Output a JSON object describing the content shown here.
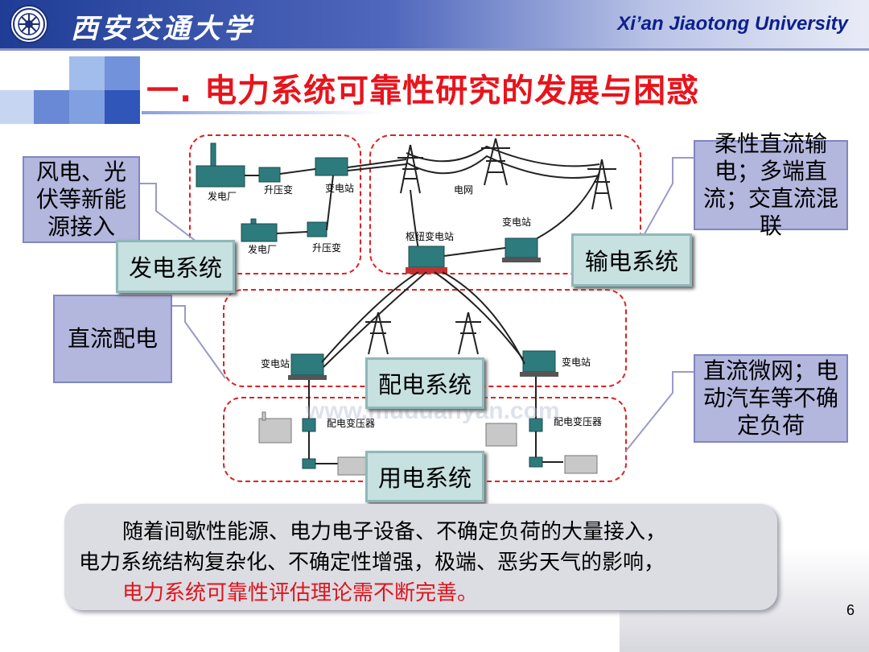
{
  "header": {
    "university_cn": "西安交通大学",
    "university_en": "Xi’an Jiaotong University"
  },
  "slide": {
    "title": "一. 电力系统可靠性研究的发展与困惑",
    "page_number": "6"
  },
  "side_notes": {
    "wind_solar": "风电、光伏等新能源接入",
    "dc_distribution": "直流配电",
    "flexible_dc": "柔性直流输电；多端直流；交直流混联",
    "microgrid": "直流微网；电动汽车等不确定负荷"
  },
  "systems": {
    "generation": "发电系统",
    "transmission": "输电系统",
    "distribution": "配电系统",
    "consumption": "用电系统"
  },
  "diagram_labels": {
    "power_plant_1": "发电厂",
    "step_up_1": "升压变",
    "substation_1": "变电站",
    "power_plant_2": "发电厂",
    "step_up_2": "升压变",
    "grid": "电网",
    "substation_2": "变电站",
    "hub_substation": "枢纽变电站",
    "substation_left": "变电站",
    "substation_right": "变电站",
    "dist_transformer_left": "配电变压器",
    "dist_transformer_right": "配电变压器",
    "watermark": "www.muduanyan.com"
  },
  "summary": {
    "line1": "随着间歇性能源、电力电子设备、不确定负荷的大量接入，",
    "line2": "电力系统结构复杂化、不确定性增强，极端、恶劣天气的影响，",
    "line3": "电力系统可靠性评估理论需不断完善。"
  },
  "colors": {
    "title_red": "#e8141c",
    "header_blue": "#1f3d96",
    "side_box": "#b3b6dd",
    "system_box": "#c7e0e0",
    "dashed_border": "#e02020"
  }
}
